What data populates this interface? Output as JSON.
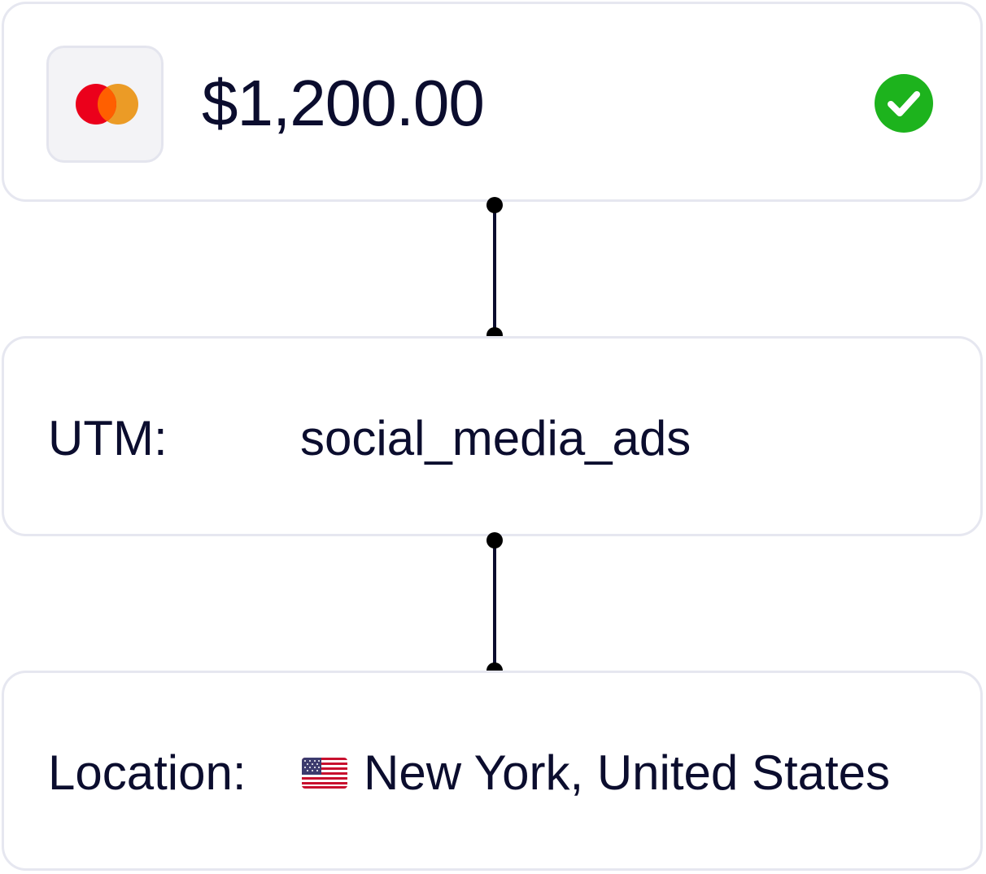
{
  "payment": {
    "card_brand_icon": "mastercard-logo-icon",
    "amount": "$1,200.00",
    "status_icon": "check-circle-icon",
    "status_color": "#1db31d"
  },
  "utm": {
    "label": "UTM:",
    "value": "social_media_ads"
  },
  "location": {
    "label": "Location:",
    "flag_icon": "us-flag-icon",
    "value": "New York, United States"
  },
  "colors": {
    "text": "#0b0d2e",
    "card_border": "#e6e7f0",
    "mastercard_red": "#eb001b",
    "mastercard_orange": "#f79e1b"
  }
}
